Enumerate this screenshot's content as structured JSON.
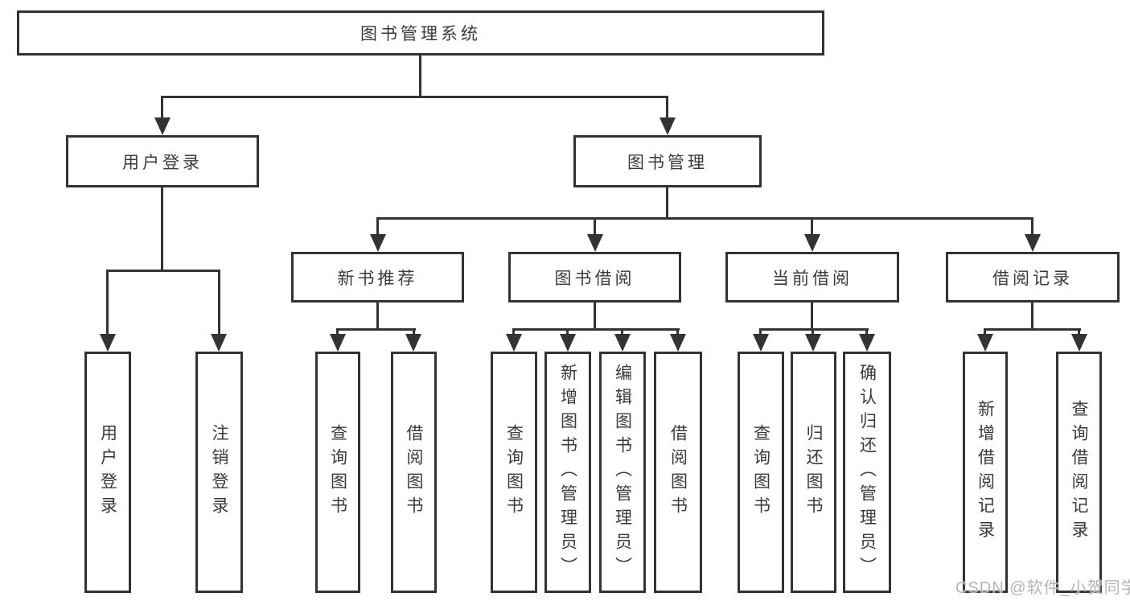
{
  "diagram_title": "图书管理系统",
  "tree": {
    "root": {
      "label": "图书管理系统",
      "children": [
        {
          "label": "用户登录",
          "children": [
            {
              "label": "用户登录"
            },
            {
              "label": "注销登录"
            }
          ]
        },
        {
          "label": "图书管理",
          "children": [
            {
              "label": "新书推荐",
              "children": [
                {
                  "label": "查询图书"
                },
                {
                  "label": "借阅图书"
                }
              ]
            },
            {
              "label": "图书借阅",
              "children": [
                {
                  "label": "查询图书"
                },
                {
                  "label": "新增图书（管理员）"
                },
                {
                  "label": "编辑图书（管理员）"
                },
                {
                  "label": "借阅图书"
                }
              ]
            },
            {
              "label": "当前借阅",
              "children": [
                {
                  "label": "查询图书"
                },
                {
                  "label": "归还图书"
                },
                {
                  "label": "确认归还（管理员）"
                }
              ]
            },
            {
              "label": "借阅记录",
              "children": [
                {
                  "label": "新增借阅记录"
                },
                {
                  "label": "查询借阅记录"
                }
              ]
            }
          ]
        }
      ]
    }
  },
  "watermark": {
    "text": "CSDN @软件_小贺同学"
  },
  "colors": {
    "line": "#333333",
    "text": "#3a3a3a",
    "background": "#ffffff",
    "watermark": "#b5b5b5"
  }
}
